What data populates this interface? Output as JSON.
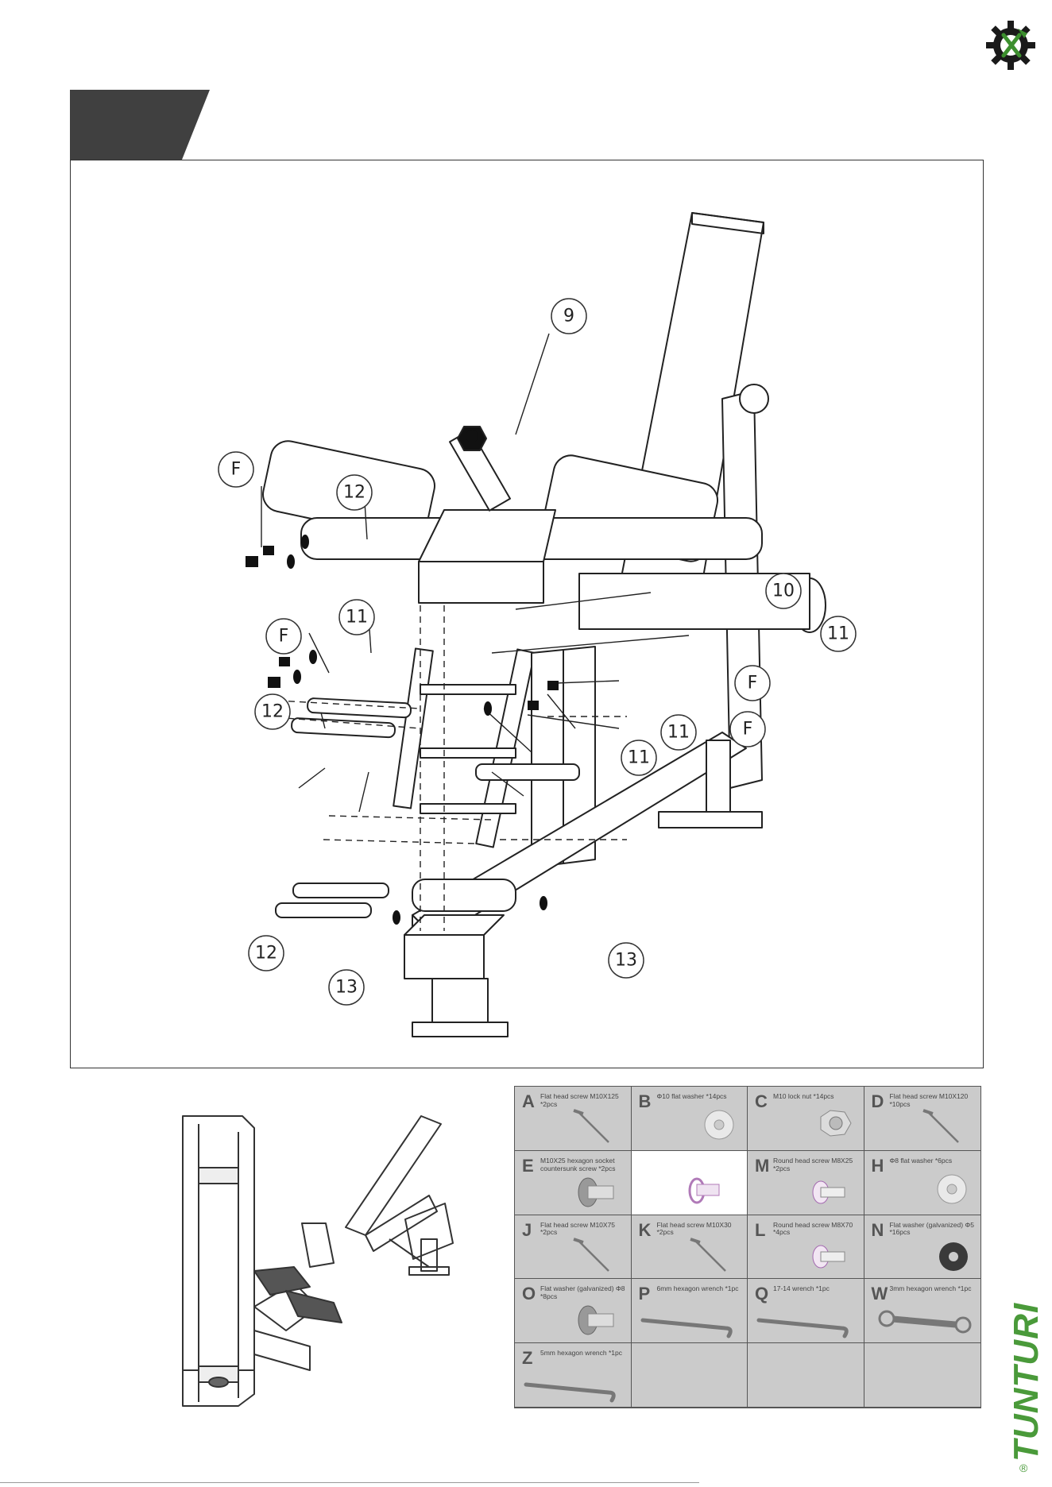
{
  "header": {
    "logo_icon": "gear-wrench-icon"
  },
  "callouts": [
    {
      "id": "c9",
      "label": "9"
    },
    {
      "id": "cF1",
      "label": "F"
    },
    {
      "id": "c12a",
      "label": "12"
    },
    {
      "id": "cF2",
      "label": "F"
    },
    {
      "id": "c11a",
      "label": "11"
    },
    {
      "id": "c10",
      "label": "10"
    },
    {
      "id": "c11b",
      "label": "11"
    },
    {
      "id": "cF3",
      "label": "F"
    },
    {
      "id": "cF4",
      "label": "F"
    },
    {
      "id": "c12b",
      "label": "12"
    },
    {
      "id": "c11c",
      "label": "11"
    },
    {
      "id": "c11d",
      "label": "11"
    },
    {
      "id": "c12c",
      "label": "12"
    },
    {
      "id": "c13a",
      "label": "13"
    },
    {
      "id": "c13b",
      "label": "13"
    }
  ],
  "parts": [
    {
      "letter": "A",
      "desc": "Flat head screw M10X125 *2pcs",
      "icon": "long-screw-icon"
    },
    {
      "letter": "B",
      "desc": "Φ10 flat washer *14pcs",
      "icon": "washer-icon"
    },
    {
      "letter": "C",
      "desc": "M10 lock nut *14pcs",
      "icon": "lock-nut-icon"
    },
    {
      "letter": "D",
      "desc": "Flat head screw M10X120 *10pcs",
      "icon": "long-screw-icon"
    },
    {
      "letter": "E",
      "desc": "M10X25 hexagon socket countersunk screw *2pcs",
      "icon": "socket-screw-icon"
    },
    {
      "letter": "",
      "desc": "",
      "icon": "pink-screw-icon"
    },
    {
      "letter": "M",
      "desc": "Round head screw M8X25 *2pcs",
      "icon": "round-screw-icon"
    },
    {
      "letter": "H",
      "desc": "Φ8 flat washer *6pcs",
      "icon": "washer-icon"
    },
    {
      "letter": "J",
      "desc": "Flat head screw M10X75 *2pcs",
      "icon": "long-screw-icon"
    },
    {
      "letter": "K",
      "desc": "Flat head screw M10X30 *2pcs",
      "icon": "long-screw-icon"
    },
    {
      "letter": "L",
      "desc": "Round head screw M8X70 *4pcs",
      "icon": "round-screw-icon"
    },
    {
      "letter": "N",
      "desc": "Flat washer (galvanized) Φ5 *16pcs",
      "icon": "dark-washer-icon"
    },
    {
      "letter": "O",
      "desc": "Flat washer (galvanized) Φ8 *8pcs",
      "icon": "socket-screw-icon"
    },
    {
      "letter": "P",
      "desc": "6mm hexagon wrench *1pc",
      "icon": "hex-wrench-icon"
    },
    {
      "letter": "Q",
      "desc": "17-14 wrench *1pc",
      "icon": "hex-wrench-icon"
    },
    {
      "letter": "W",
      "desc": "3mm hexagon wrench *1pc",
      "icon": "open-wrench-icon"
    },
    {
      "letter": "Z",
      "desc": "5mm hexagon wrench *1pc",
      "icon": "hex-wrench-icon"
    },
    {
      "letter": "",
      "desc": "",
      "icon": ""
    },
    {
      "letter": "",
      "desc": "",
      "icon": ""
    },
    {
      "letter": "",
      "desc": "",
      "icon": ""
    }
  ],
  "brand": {
    "name": "TUNTURI",
    "reg": "®",
    "color": "#4a9a3a"
  },
  "colors": {
    "tab": "#404040",
    "grid": "#cbcbcb"
  }
}
